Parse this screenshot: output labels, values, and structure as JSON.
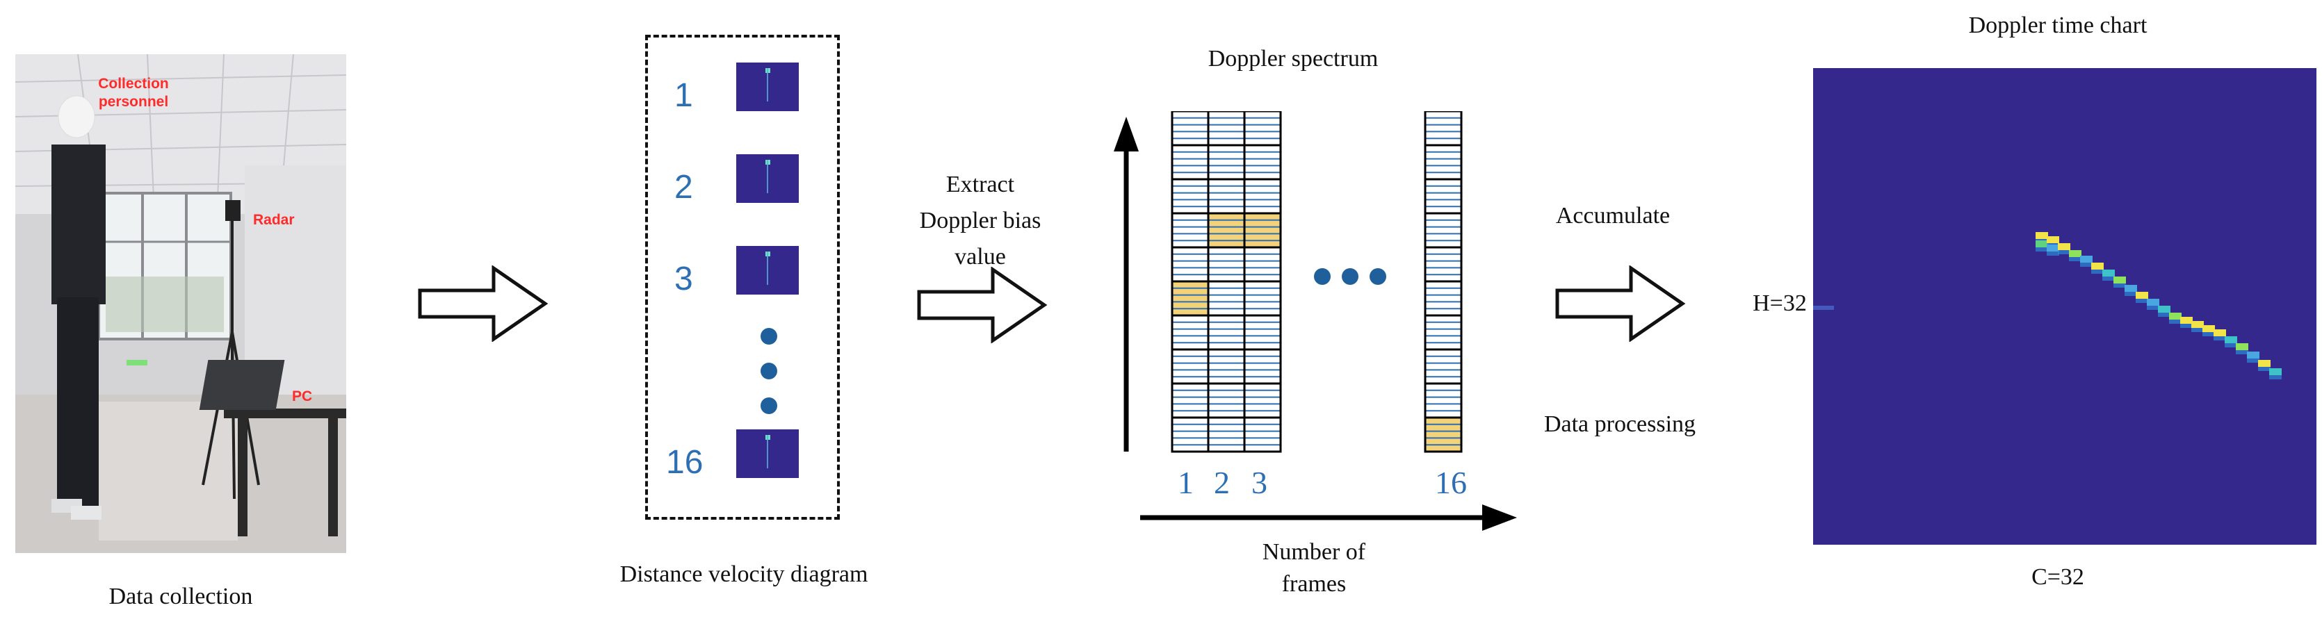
{
  "labels": {
    "data_collection": "Data collection",
    "distance_velocity": "Distance velocity diagram",
    "extract_1": "Extract",
    "extract_2": "Doppler bias",
    "extract_3": "value",
    "doppler_spectrum": "Doppler spectrum",
    "frames_1": "Number of",
    "frames_2": "frames",
    "accumulate": "Accumulate",
    "data_processing": "Data processing",
    "doppler_time_chart": "Doppler time chart",
    "h_label": "H=32",
    "c_label": "C=32"
  },
  "photo_labels": {
    "collection_1": "Collection",
    "collection_2": "personnel",
    "radar": "Radar",
    "pc": "PC"
  },
  "frame_indices": [
    "1",
    "2",
    "3",
    "16"
  ],
  "spectrum_frame_indices": [
    "1",
    "2",
    "3",
    "16"
  ],
  "colors": {
    "spectrum_blue": "#2e6fb0",
    "highlight_yellow": "#f3d27a",
    "heatmap_bg": "#35288c",
    "number_blue": "#2d6fb3"
  }
}
